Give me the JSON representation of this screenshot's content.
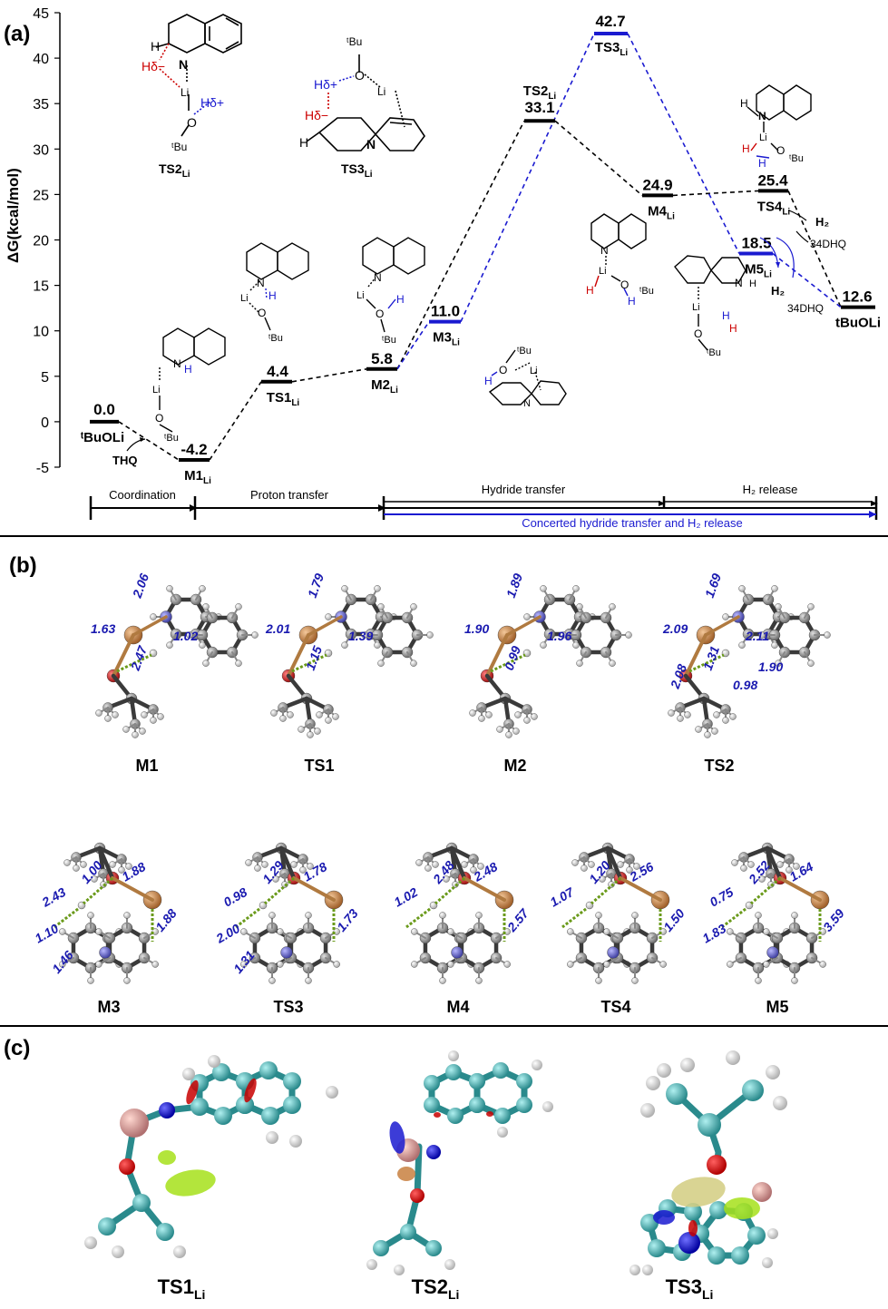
{
  "panel_labels": {
    "a": "(a)",
    "b": "(b)",
    "c": "(c)"
  },
  "chart_data": {
    "type": "line",
    "ylabel": "ΔG(kcal/mol)",
    "ylim": [
      -5,
      45
    ],
    "yticks": [
      -5,
      0,
      5,
      10,
      15,
      20,
      25,
      30,
      35,
      40,
      45
    ],
    "black_path": [
      "tBuOLi",
      "M1Li",
      "TS1Li",
      "M2Li",
      "TS2Li",
      "M4Li",
      "TS4Li",
      "tBuOLi_end"
    ],
    "blue_path": [
      "M2Li",
      "M3Li",
      "TS3Li",
      "M5Li",
      "tBuOLi_end"
    ],
    "states": [
      {
        "id": "tBuOLi",
        "value": "0.0",
        "name": "ᵗBuOLi",
        "y": 0.0
      },
      {
        "id": "M1Li",
        "value": "-4.2",
        "name": "M1",
        "sub": "Li",
        "y": -4.2
      },
      {
        "id": "TS1Li",
        "value": "4.4",
        "name": "TS1",
        "sub": "Li",
        "y": 4.4
      },
      {
        "id": "M2Li",
        "value": "5.8",
        "name": "M2",
        "sub": "Li",
        "y": 5.8
      },
      {
        "id": "M3Li",
        "value": "11.0",
        "name": "M3",
        "sub": "Li",
        "y": 11.0
      },
      {
        "id": "TS2Li",
        "value": "33.1",
        "name": "TS2",
        "sub": "Li",
        "y": 33.1
      },
      {
        "id": "TS3Li",
        "value": "42.7",
        "name": "TS3",
        "sub": "Li",
        "y": 42.7
      },
      {
        "id": "M4Li",
        "value": "24.9",
        "name": "M4",
        "sub": "Li",
        "y": 24.9
      },
      {
        "id": "TS4Li",
        "value": "25.4",
        "name": "TS4",
        "sub": "Li",
        "y": 25.4
      },
      {
        "id": "M5Li",
        "value": "18.5",
        "name": "M5",
        "sub": "Li",
        "y": 18.5
      },
      {
        "id": "tBuOLi_end",
        "value": "12.6",
        "name": "tBuOLi",
        "y": 12.6
      }
    ]
  },
  "annotations": {
    "thq": "THQ",
    "h2_a": "H₂",
    "h2_b": "H₂",
    "dhq_a": "34DHQ",
    "dhq_b": "34DHQ",
    "tbu": "ᵗBu",
    "li": "Li",
    "o": "O",
    "n": "N",
    "h": "H",
    "hdelta_minus": "Hδ−",
    "hdelta_plus": "Hδ+",
    "ts2_caption": "TS2",
    "ts3_caption": "TS3",
    "sub_li": "Li"
  },
  "stages": {
    "coordination": "Coordination",
    "proton_transfer": "Proton transfer",
    "hydride_transfer": "Hydride transfer",
    "h2_release": "H₂ release",
    "concerted": "Concerted hydride transfer and H₂ release"
  },
  "panel_b": {
    "row1": [
      {
        "label": "M1",
        "distances": [
          "1.63",
          "2.06",
          "1.02",
          "2.47"
        ]
      },
      {
        "label": "TS1",
        "distances": [
          "2.01",
          "1.79",
          "1.39",
          "1.15"
        ]
      },
      {
        "label": "M2",
        "distances": [
          "1.90",
          "1.89",
          "1.96",
          "0.99"
        ]
      },
      {
        "label": "TS2",
        "distances": [
          "2.09",
          "1.69",
          "2.11",
          "1.31",
          "1.90",
          "2.08",
          "0.98"
        ]
      }
    ],
    "row2": [
      {
        "label": "M3",
        "distances": [
          "2.43",
          "1.00",
          "1.88",
          "1.88",
          "1.10",
          "1.46"
        ]
      },
      {
        "label": "TS3",
        "distances": [
          "0.98",
          "1.29",
          "1.78",
          "1.73",
          "2.00",
          "1.31"
        ]
      },
      {
        "label": "M4",
        "distances": [
          "1.02",
          "2.48",
          "2.48",
          "2.57"
        ]
      },
      {
        "label": "TS4",
        "distances": [
          "1.07",
          "1.20",
          "2.56",
          "1.50"
        ]
      },
      {
        "label": "M5",
        "distances": [
          "0.75",
          "2.52",
          "1.64",
          "3.59",
          "1.83"
        ]
      }
    ]
  },
  "panel_c": {
    "labels": [
      {
        "main": "TS1",
        "sub": "Li"
      },
      {
        "main": "TS2",
        "sub": "Li"
      },
      {
        "main": "TS3",
        "sub": "Li"
      }
    ]
  },
  "colors": {
    "black_path": "#000000",
    "blue_path": "#1a1ad0",
    "li_atom": "#c8864a",
    "o_atom": "#c82020",
    "n_atom": "#6a6ad8",
    "c_atom": "#9a9a9a",
    "h_atom": "#e8e8e8",
    "nci_green": "#a6e01a",
    "c_atom_teal": "#4aaeb0"
  }
}
